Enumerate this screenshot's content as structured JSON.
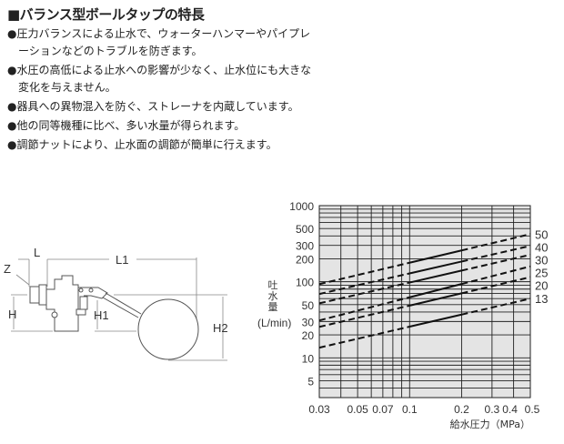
{
  "title": "■バランス型ボールタップの特長",
  "features": [
    "圧力バランスによる止水で、ウォーターハンマーやパイプレーションなどのトラブルを防ぎます。",
    "水圧の高低による止水への影響が少なく、止水位にも大きな変化を与えません。",
    "器具への異物混入を防ぐ、ストレーナを内蔵しています。",
    "他の同等機種に比べ、多い水量が得られます。",
    "調節ナットにより、止水面の調節が簡単に行えます。"
  ],
  "diagram": {
    "labels": {
      "z": "Z",
      "l": "L",
      "l1": "L1",
      "h": "H",
      "h1": "H1",
      "h2": "H2"
    }
  },
  "chart_data": {
    "type": "line",
    "title": "",
    "xlabel": "給水圧力（MPa）",
    "ylabel_chars": [
      "吐",
      "水",
      "量"
    ],
    "ylabel_unit": "(L/min)",
    "x_scale": "log",
    "y_scale": "log",
    "xlim": [
      0.03,
      0.5
    ],
    "ylim": [
      3,
      1000
    ],
    "x_ticks": [
      0.03,
      0.05,
      0.07,
      0.1,
      0.2,
      0.3,
      0.4,
      0.5
    ],
    "x_tick_labels": [
      "0.03",
      "0.05",
      "0.07",
      "0.1",
      "0.2",
      "0.3",
      "0.4",
      "0.5"
    ],
    "y_ticks": [
      1000,
      500,
      300,
      200,
      100,
      50,
      30,
      20,
      10,
      5
    ],
    "y_tick_labels": [
      "1000",
      "500",
      "300",
      "200",
      "100",
      "50",
      "30",
      "20",
      "10",
      "5"
    ],
    "x_grid": [
      0.03,
      0.04,
      0.05,
      0.06,
      0.07,
      0.08,
      0.09,
      0.1,
      0.2,
      0.3,
      0.4,
      0.5
    ],
    "y_grid": [
      3,
      4,
      5,
      6,
      7,
      8,
      9,
      10,
      20,
      30,
      40,
      50,
      60,
      70,
      80,
      90,
      100,
      200,
      300,
      400,
      500,
      600,
      700,
      800,
      900,
      1000
    ],
    "grid": true,
    "solid_range": [
      0.1,
      0.2
    ],
    "series": [
      {
        "name": "50",
        "x": [
          0.03,
          0.5
        ],
        "y": [
          93,
          422
        ]
      },
      {
        "name": "40",
        "x": [
          0.03,
          0.5
        ],
        "y": [
          69,
          296
        ]
      },
      {
        "name": "30",
        "x": [
          0.03,
          0.5
        ],
        "y": [
          52,
          226
        ]
      },
      {
        "name": "25",
        "x": [
          0.03,
          0.5
        ],
        "y": [
          31,
          159
        ]
      },
      {
        "name": "20",
        "x": [
          0.03,
          0.5
        ],
        "y": [
          25.5,
          115
        ]
      },
      {
        "name": "13",
        "x": [
          0.03,
          0.5
        ],
        "y": [
          13.6,
          60
        ]
      }
    ]
  }
}
